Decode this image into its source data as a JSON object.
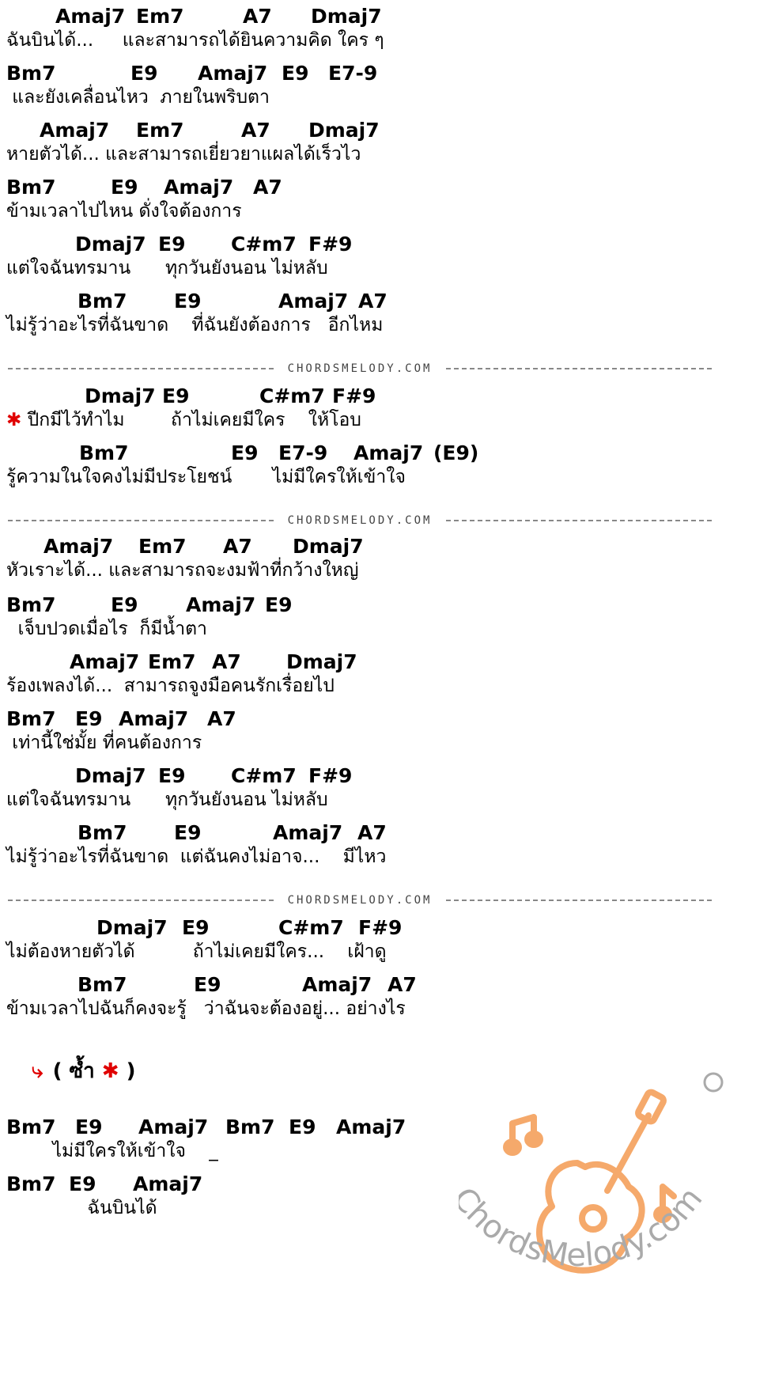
{
  "divider_text": "CHORDSMELODY.COM",
  "repeat": {
    "arrow": "⤷",
    "open": "( ซ้ำ ",
    "star": "✱",
    "close": " )"
  },
  "watermark": {
    "text": "ChordsMelody.com",
    "icon": "guitar-icon",
    "color": "#f5a96b"
  },
  "colors": {
    "star": "#e00000",
    "divider": "#888888"
  },
  "sections": [
    {
      "lines": [
        {
          "chords": [
            "Amaj7",
            "Em7",
            "A7",
            "Dmaj7"
          ],
          "lyric": "ฉันบินได้...     และสามารถได้ยินความคิด ใคร ๆ"
        },
        {
          "chords": [
            "Bm7",
            "E9",
            "Amaj7",
            "E9",
            "E7-9"
          ],
          "lyric": " และยังเคลื่อนไหว  ภายในพริบตา"
        },
        {
          "chords": [
            "Amaj7",
            "Em7",
            "A7",
            "Dmaj7"
          ],
          "lyric": "หายตัวได้... และสามารถเยี่ยวยาแผลได้เร็วไว"
        },
        {
          "chords": [
            "Bm7",
            "E9",
            "Amaj7",
            "A7"
          ],
          "lyric": "ข้ามเวลาไปไหน ดั่งใจต้องการ"
        },
        {
          "chords": [
            "Dmaj7",
            "E9",
            "C#m7",
            "F#9"
          ],
          "lyric": "แต่ใจฉันทรมาน      ทุกวันยังนอน ไม่หลับ"
        },
        {
          "chords": [
            "Bm7",
            "E9",
            "Amaj7",
            "A7"
          ],
          "lyric": "ไม่รู้ว่าอะไรที่ฉันขาด    ที่ฉันยังต้องการ   อีกไหม"
        }
      ]
    },
    {
      "lines": [
        {
          "chords": [
            "Dmaj7",
            "E9",
            "C#m7",
            "F#9"
          ],
          "star": "✱",
          "lyric": " ปีกมีไว้ทำไม        ถ้าไม่เคยมีใคร    ให้โอบ"
        },
        {
          "chords": [
            "Bm7",
            "E9",
            "E7-9",
            "Amaj7",
            "(E9)"
          ],
          "lyric": "รู้ความในใจคงไม่มีประโยชน์       ไม่มีใครให้เข้าใจ"
        }
      ]
    },
    {
      "lines": [
        {
          "chords": [
            "Amaj7",
            "Em7",
            "A7",
            "Dmaj7"
          ],
          "lyric": "หัวเราะได้... และสามารถจะงมฟ้าที่กว้างใหญ่"
        },
        {
          "chords": [
            "Bm7",
            "E9",
            "Amaj7",
            "E9"
          ],
          "lyric": "  เจ็บปวดเมื่อไร  ก็มีน้ำตา"
        },
        {
          "chords": [
            "Amaj7",
            "Em7",
            "A7",
            "Dmaj7"
          ],
          "lyric": "ร้องเพลงได้...  สามารถจูงมือคนรักเรื่อยไป"
        },
        {
          "chords": [
            "Bm7",
            "E9",
            "Amaj7",
            "A7"
          ],
          "lyric": " เท่านี้ใช่มั้ย ที่คนต้องการ"
        },
        {
          "chords": [
            "Dmaj7",
            "E9",
            "C#m7",
            "F#9"
          ],
          "lyric": "แต่ใจฉันทรมาน      ทุกวันยังนอน ไม่หลับ"
        },
        {
          "chords": [
            "Bm7",
            "E9",
            "Amaj7",
            "A7"
          ],
          "lyric": "ไม่รู้ว่าอะไรที่ฉันขาด  แต่ฉันคงไม่อาจ...    มีไหว"
        }
      ]
    },
    {
      "lines": [
        {
          "chords": [
            "Dmaj7",
            "E9",
            "C#m7",
            "F#9"
          ],
          "lyric": "ไม่ต้องหายตัวได้          ถ้าไม่เคยมีใคร...    เฝ้าดู"
        },
        {
          "chords": [
            "Bm7",
            "E9",
            "Amaj7",
            "A7"
          ],
          "lyric": "ข้ามเวลาไปฉันก็คงจะรู้   ว่าฉันจะต้องอยู่... อย่างไร"
        }
      ]
    },
    {
      "lines": [
        {
          "chords": [
            "Bm7",
            "E9",
            "Amaj7",
            "Bm7",
            "E9",
            "Amaj7"
          ],
          "lyric": "        ไม่มีใครให้เข้าใจ    _"
        },
        {
          "chords": [
            "Bm7",
            "E9",
            "Amaj7"
          ],
          "lyric": "              ฉันบินได้"
        }
      ]
    }
  ]
}
